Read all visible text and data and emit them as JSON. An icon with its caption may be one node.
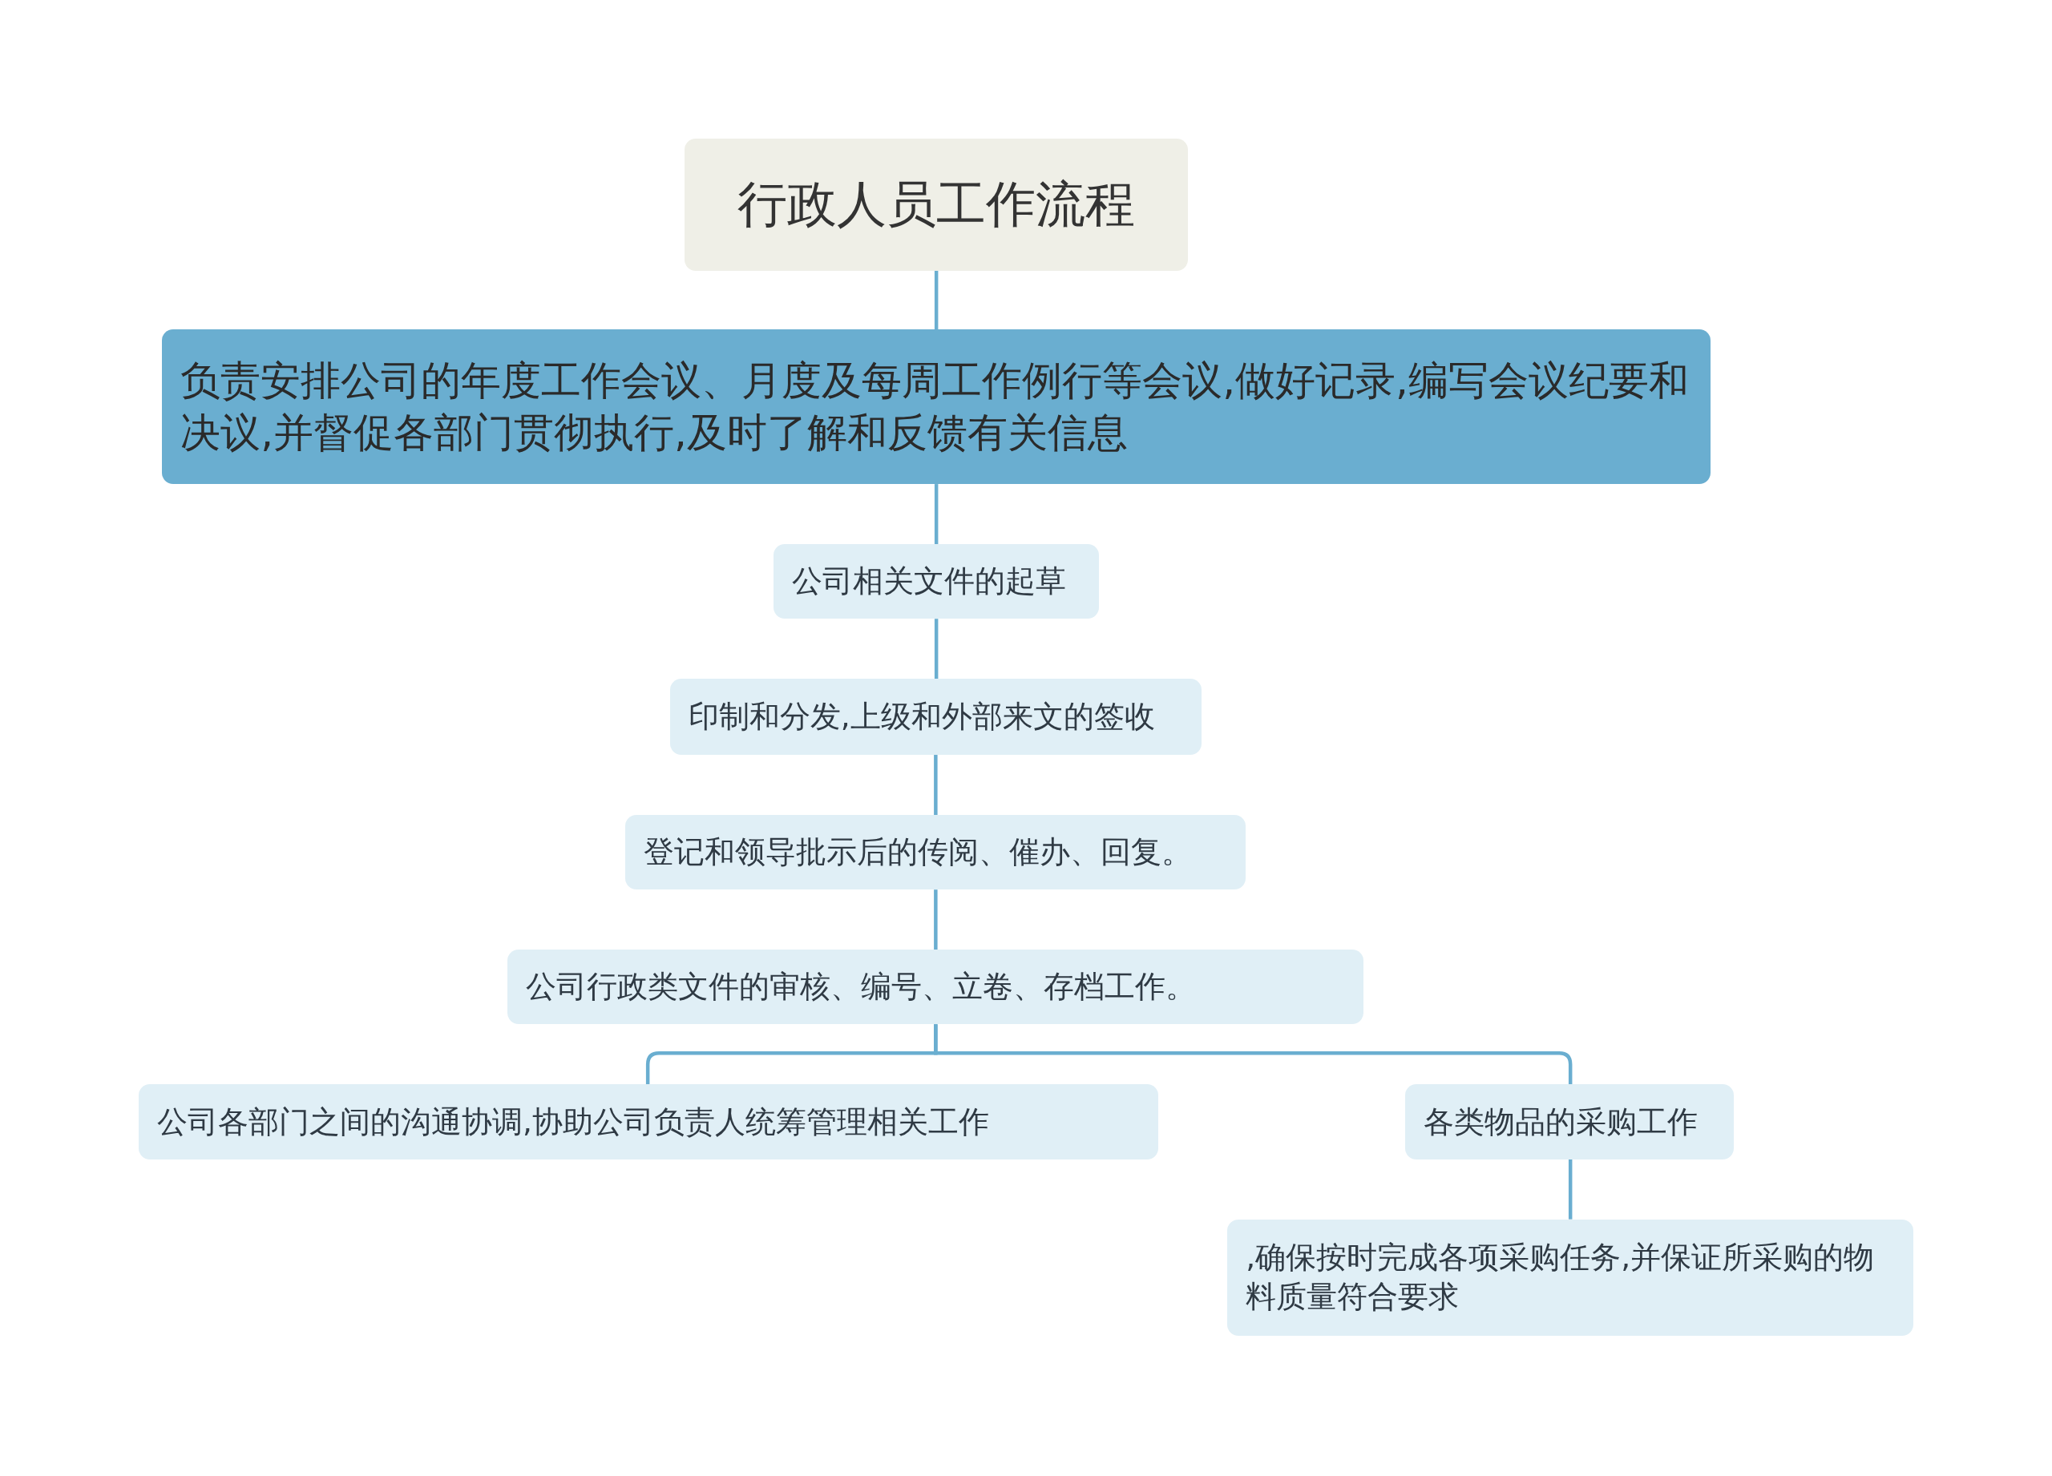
{
  "diagram": {
    "nodes": [
      {
        "text": [
          "行政人员工作流程"
        ]
      },
      {
        "text": [
          "负责安排公司的年度工作会议、月度及每周工作例行等会议,做好记录,编写会议纪要和决议,并督促各部门贯彻执行,及时了解和反馈有关信息"
        ]
      },
      {
        "text": [
          "公司相关文件的起草"
        ]
      },
      {
        "text": [
          "印制和分发,上级和外部来文的签收"
        ]
      },
      {
        "text": [
          "登记和领导批示后的传阅、催办、回复。"
        ]
      },
      {
        "text": [
          "公司行政类文件的审核、编号、立卷、存档工作。"
        ]
      },
      {
        "text": [
          "公司各部门之间的沟通协调,协助公司负责人统筹管理相关工作"
        ]
      },
      {
        "text": [
          "各类物品的采购工作"
        ]
      },
      {
        "text": [
          ",确保按时完成各项采购任务,并保证所采购的物料质量符合要求"
        ]
      }
    ],
    "edges": [
      {
        "from": 0,
        "to": 1,
        "arrow": "none"
      },
      {
        "from": 1,
        "to": 2,
        "arrow": "none"
      },
      {
        "from": 2,
        "to": 3,
        "arrow": "none"
      },
      {
        "from": 3,
        "to": 4,
        "arrow": "none"
      },
      {
        "from": 4,
        "to": 5,
        "arrow": "none"
      },
      {
        "from": 5,
        "to": 6,
        "arrow": "none"
      },
      {
        "from": 5,
        "to": 7,
        "arrow": "none"
      },
      {
        "from": 7,
        "to": 8,
        "arrow": "none"
      }
    ]
  }
}
